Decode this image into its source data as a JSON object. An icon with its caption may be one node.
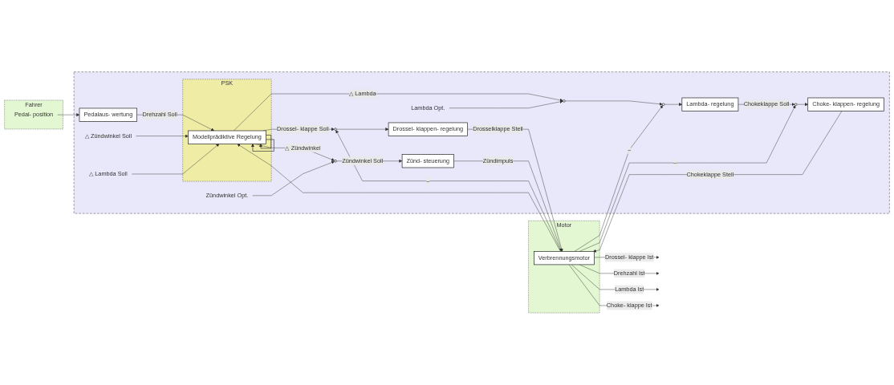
{
  "diagram": {
    "nodes": [
      {
        "text": [
          "Fahrer"
        ]
      },
      {
        "text": [
          "Pedal- position"
        ],
        "in": 0
      },
      {
        "text": [],
        "shape": "box"
      },
      {
        "text": [
          "PSK"
        ],
        "in": 2
      },
      {
        "text": [
          "Modellprädiktive Regelung"
        ],
        "in": 3
      },
      {
        "text": [
          "Pedalaus- wertung"
        ],
        "in": 2
      },
      {
        "text": [
          "△ Zündwinkel Soll"
        ],
        "in": 2
      },
      {
        "text": [
          "△ Lambda Soll"
        ],
        "in": 2
      },
      {
        "text": [
          "Lambda Opt."
        ],
        "in": 2
      },
      {
        "text": [
          "Zündwinkel Opt."
        ],
        "in": 2
      },
      {
        "text": [],
        "shape": "circle",
        "in": 2
      },
      {
        "text": [
          "Drossel- klappen- regelung"
        ],
        "in": 2
      },
      {
        "text": [],
        "shape": "circle",
        "in": 2
      },
      {
        "text": [
          "Zünd- steuerung"
        ],
        "in": 2
      },
      {
        "text": [],
        "shape": "circle",
        "in": 2
      },
      {
        "text": [],
        "shape": "circle",
        "in": 2
      },
      {
        "text": [
          "Lambda- regelung"
        ],
        "in": 2
      },
      {
        "text": [],
        "shape": "circle",
        "in": 2
      },
      {
        "text": [
          "Choke- klappen- regelung"
        ],
        "in": 2
      },
      {
        "text": [
          "Motor"
        ]
      },
      {
        "text": [
          "Verbrennungsmotor"
        ],
        "in": 19
      }
    ],
    "edges": [
      {
        "from": 1,
        "to": 5,
        "arrow": "to"
      },
      {
        "from": 5,
        "to": 4,
        "arrow": "to",
        "label": "Drehzahl Soll"
      },
      {
        "from": 6,
        "to": 4,
        "arrow": "to"
      },
      {
        "from": 7,
        "to": 4,
        "arrow": "to"
      },
      {
        "from": 4,
        "to": 10,
        "arrow": "to",
        "label": "Drossel- klappe Soll"
      },
      {
        "from": 4,
        "to": 12,
        "arrow": "to",
        "label": "△ Zündwinkel"
      },
      {
        "from": 4,
        "to": 4,
        "arrow": "to"
      },
      {
        "from": 4,
        "to": 14,
        "arrow": "to",
        "label": "△ Lambda"
      },
      {
        "from": 4,
        "to": 4,
        "arrow": "to"
      },
      {
        "from": 8,
        "to": 14,
        "arrow": "to"
      },
      {
        "from": 9,
        "to": 12,
        "arrow": "to"
      },
      {
        "from": 14,
        "to": 15,
        "arrow": "to"
      },
      {
        "from": 15,
        "to": 16,
        "arrow": "to"
      },
      {
        "from": 16,
        "to": 17,
        "arrow": "to",
        "label": "Chokeklappe Soll"
      },
      {
        "from": 17,
        "to": 18,
        "arrow": "to"
      },
      {
        "from": 10,
        "to": 11,
        "arrow": "to"
      },
      {
        "from": 12,
        "to": 13,
        "arrow": "to",
        "label": "Zündwinkel Soll"
      },
      {
        "from": 11,
        "to": 20,
        "arrow": "to",
        "label": "Drosselklappe Stell"
      },
      {
        "from": 13,
        "to": 20,
        "arrow": "to",
        "label": "Zündimpuls"
      },
      {
        "from": 18,
        "to": 20,
        "arrow": "to",
        "label": "Chokeklappe Stell"
      },
      {
        "from": 20,
        "to": null,
        "arrow": "to",
        "label": "Drossel- klappe Ist"
      },
      {
        "from": 20,
        "to": null,
        "arrow": "to",
        "label": "Drehzahl Ist"
      },
      {
        "from": 20,
        "to": null,
        "arrow": "to",
        "label": "Lambda Ist"
      },
      {
        "from": 20,
        "to": null,
        "arrow": "to",
        "label": "Choke- klappe Ist"
      },
      {
        "from": 20,
        "to": 10,
        "arrow": "to",
        "label": "–"
      },
      {
        "from": 20,
        "to": 4,
        "arrow": "to"
      },
      {
        "from": 20,
        "to": 15,
        "arrow": "to",
        "label": "–"
      },
      {
        "from": 20,
        "to": 17,
        "arrow": "to",
        "label": "–"
      }
    ]
  }
}
